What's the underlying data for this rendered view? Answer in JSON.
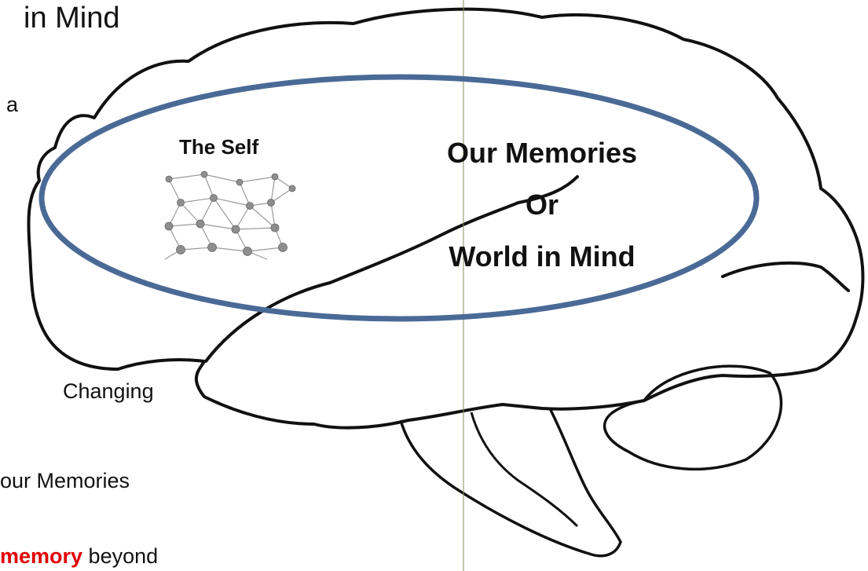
{
  "left_text": {
    "heading_fragment": "in Mind",
    "line_a": "a",
    "line_changing": "Changing",
    "line_memories": "our Memories",
    "line_last_highlight": "memory",
    "line_last_rest": " beyond"
  },
  "diagram": {
    "self_label": "The Self",
    "memory_line1": "Our  Memories",
    "memory_line2": "Or",
    "memory_line3": "World in Mind"
  },
  "colors": {
    "ellipse_stroke": "#4a6a96",
    "brain_outline": "#111111",
    "highlight": "#e00000",
    "divider": "#8a8a60"
  },
  "icons": {
    "network": "network-graph-icon"
  }
}
